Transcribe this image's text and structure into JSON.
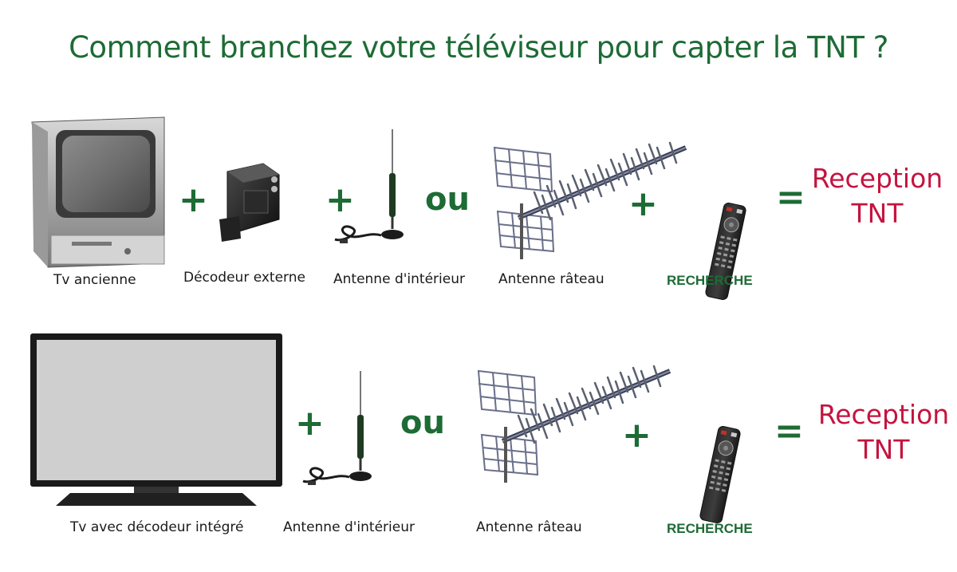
{
  "title": "Comment branchez votre téléviseur pour capter la TNT ?",
  "colors": {
    "accent_green": "#1d6b35",
    "result_red": "#c4143f"
  },
  "operators": {
    "plus": "+",
    "or": "ou",
    "equals": "="
  },
  "row1": {
    "labels": {
      "tv": "Tv ancienne",
      "decoder": "Décodeur externe",
      "indoor_antenna": "Antenne d'intérieur",
      "rake_antenna": "Antenne râteau",
      "search": "RECHERCHE"
    },
    "result_line1": "Reception",
    "result_line2": "TNT"
  },
  "row2": {
    "labels": {
      "tv": "Tv avec décodeur intégré",
      "indoor_antenna": "Antenne d'intérieur",
      "rake_antenna": "Antenne râteau",
      "search": "RECHERCHE"
    },
    "result_line1": "Reception",
    "result_line2": "TNT"
  },
  "icons": [
    "crt-tv-icon",
    "decoder-icon",
    "indoor-antenna-icon",
    "rake-antenna-icon",
    "remote-control-icon",
    "flat-tv-icon"
  ]
}
